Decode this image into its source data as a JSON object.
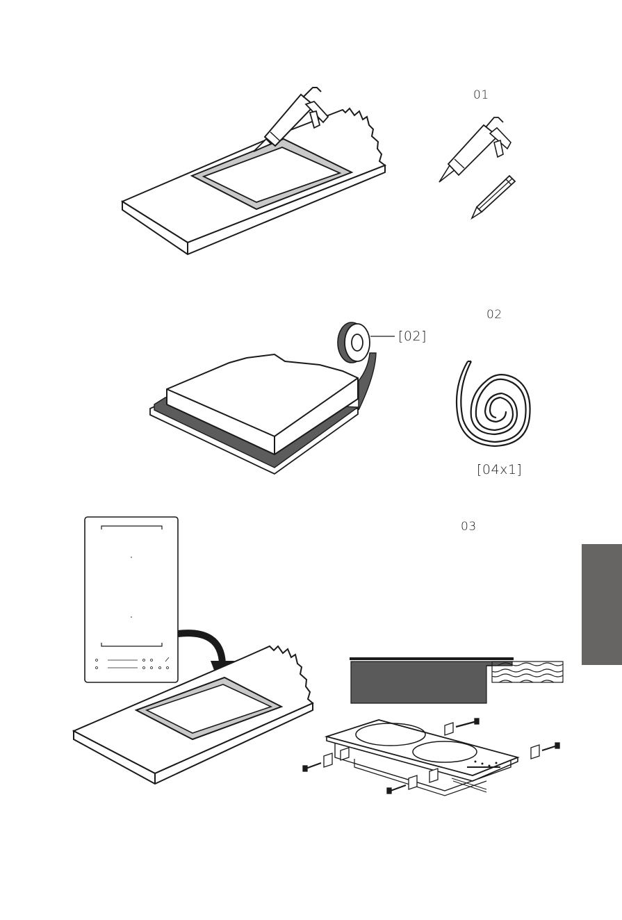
{
  "steps": [
    {
      "number": "01"
    },
    {
      "number": "02",
      "callout": "[02]",
      "part_qty": "[04x1]"
    },
    {
      "number": "03"
    }
  ],
  "colors": {
    "line": "#1a1a1a",
    "seal_fill": "#c9c9c9",
    "tape_dark": "#5c5c5c",
    "hob_side": "#5a5a5a",
    "side_tab": "#676464"
  }
}
